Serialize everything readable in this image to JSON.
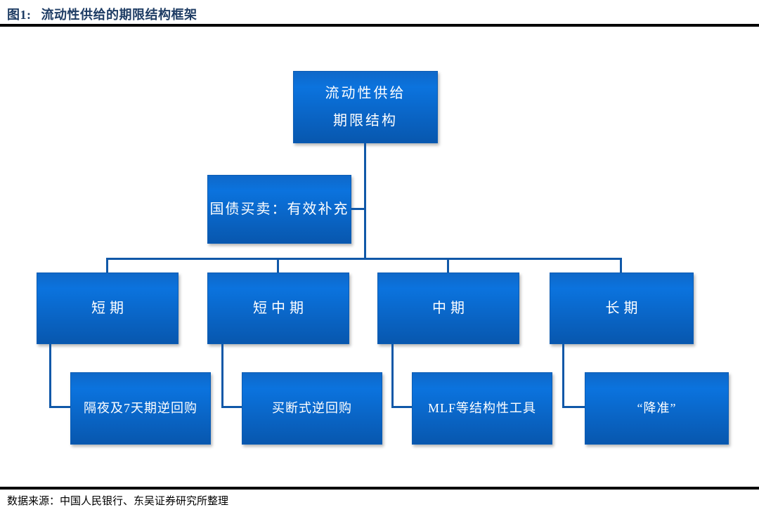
{
  "header": {
    "figure_label": "图1:",
    "figure_title": "流动性供给的期限结构框架"
  },
  "footer": {
    "source": "数据来源：中国人民银行、东吴证券研究所整理"
  },
  "diagram": {
    "root": {
      "line1": "流动性供给",
      "line2": "期限结构"
    },
    "supplement": {
      "label": "国债买卖：有效补充"
    },
    "branches": [
      {
        "term": "短期",
        "tool": "隔夜及7天期逆回购"
      },
      {
        "term": "短中期",
        "tool": "买断式逆回购"
      },
      {
        "term": "中期",
        "tool": "MLF等结构性工具"
      },
      {
        "term": "长期",
        "tool": "“降准”"
      }
    ]
  },
  "colors": {
    "box_gradient_top": "#0b73de",
    "box_gradient_bottom": "#0857ae",
    "connector": "#1058a8",
    "title_text": "#1e3c64",
    "box_text": "#ffffff",
    "rule": "#000000"
  }
}
